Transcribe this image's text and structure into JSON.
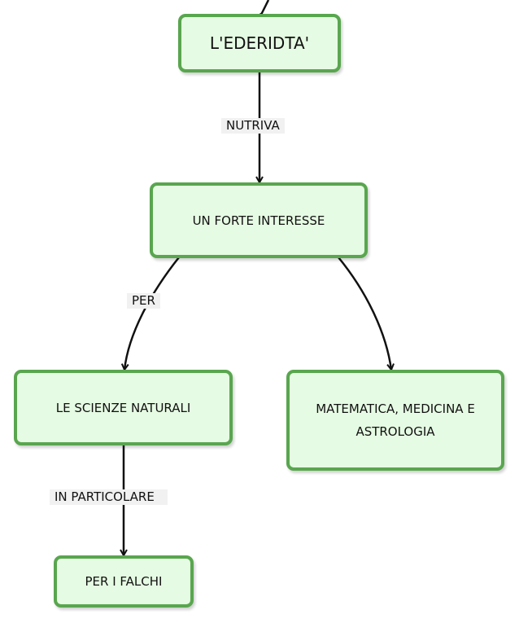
{
  "nodes": {
    "root": "L'EDERIDTA'",
    "interest": "UN FORTE INTERESSE",
    "sciences": "LE SCIENZE NATURALI",
    "math": "MATEMATICA, MEDICINA E ASTROLOGIA",
    "falcons": "PER I FALCHI"
  },
  "edges": {
    "root_interest": "NUTRIVA",
    "interest_sciences": "PER",
    "sciences_falcons": "IN PARTICOLARE"
  },
  "colors": {
    "node_fill": "#e6fbe3",
    "node_border": "#59a64f",
    "edge": "#111111",
    "edge_label_bg": "#f1f1f1"
  }
}
